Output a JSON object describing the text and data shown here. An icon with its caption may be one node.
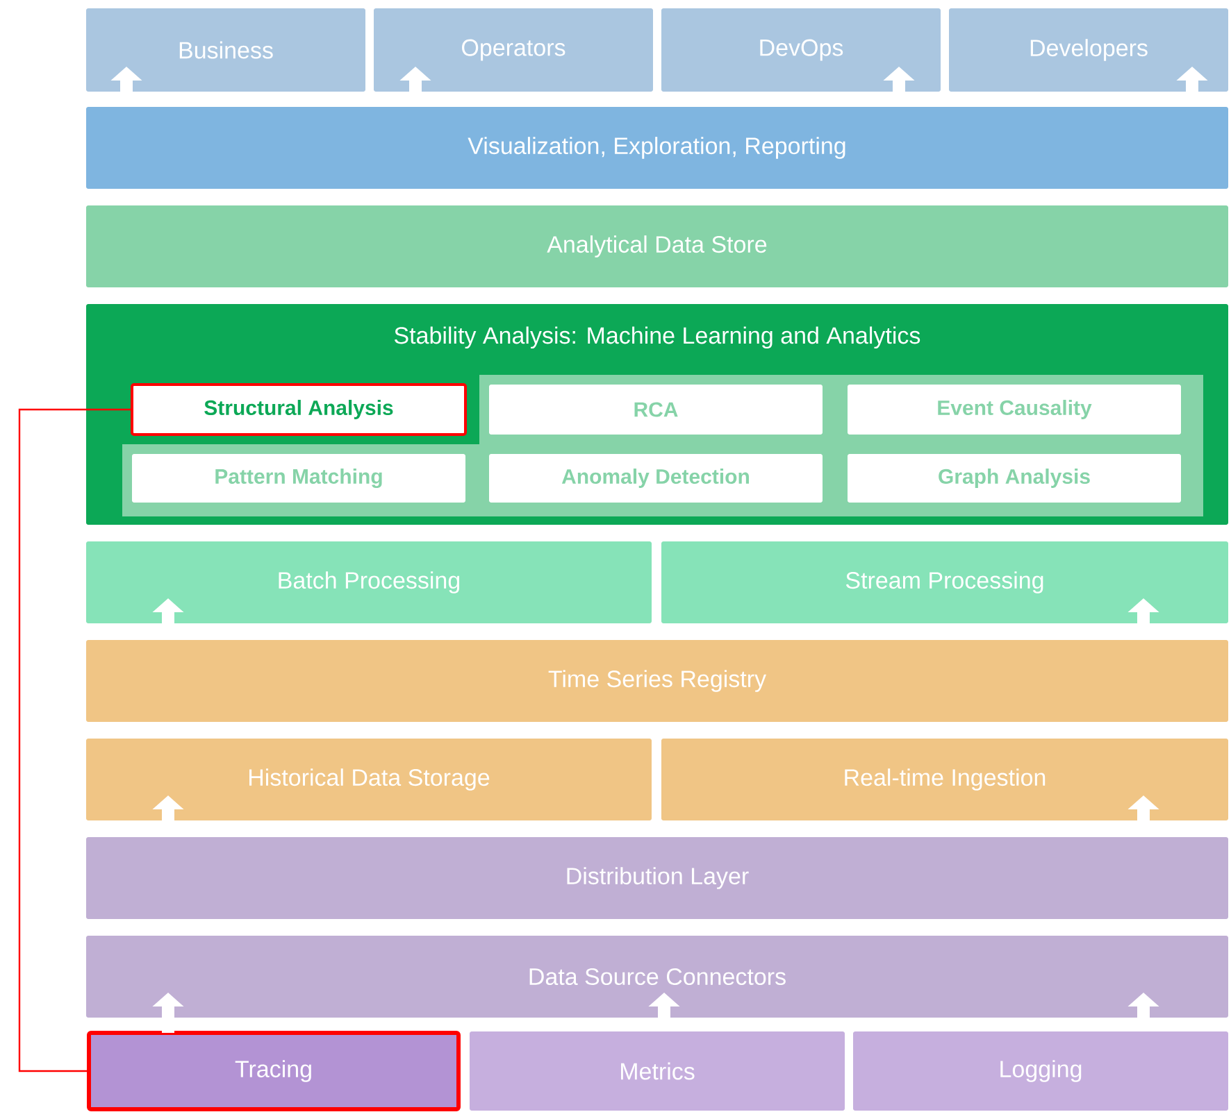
{
  "diagram": {
    "nodes": [
      {
        "text": [
          "Business"
        ]
      },
      {
        "text": [
          "Operators"
        ]
      },
      {
        "text": [
          "DevOps"
        ]
      },
      {
        "text": [
          "Developers"
        ]
      },
      {
        "text": [
          "Visualization, Exploration, Reporting"
        ]
      },
      {
        "text": [
          "Analytical Data Store"
        ]
      },
      {
        "text": [
          "Stability Analysis: Machine Learning and Analytics"
        ]
      },
      {
        "text": [
          "Structural Analysis"
        ],
        "in": 6
      },
      {
        "text": [
          "RCA"
        ],
        "in": 6
      },
      {
        "text": [
          "Event Causality"
        ],
        "in": 6
      },
      {
        "text": [
          "Pattern Matching"
        ],
        "in": 6
      },
      {
        "text": [
          "Anomaly Detection"
        ],
        "in": 6
      },
      {
        "text": [
          "Graph Analysis"
        ],
        "in": 6
      },
      {
        "text": [
          "Batch Processing"
        ]
      },
      {
        "text": [
          "Stream Processing"
        ]
      },
      {
        "text": [
          "Time Series Registry"
        ]
      },
      {
        "text": [
          "Historical Data Storage"
        ]
      },
      {
        "text": [
          "Real-time Ingestion"
        ]
      },
      {
        "text": [
          "Distribution Layer"
        ]
      },
      {
        "text": [
          "Data Source Connectors"
        ]
      },
      {
        "text": [
          "Tracing"
        ]
      },
      {
        "text": [
          "Metrics"
        ]
      },
      {
        "text": [
          "Logging"
        ]
      }
    ],
    "edges": [
      {
        "from": 4,
        "to": 0,
        "arrow": "to"
      },
      {
        "from": 4,
        "to": 1,
        "arrow": "to"
      },
      {
        "from": 4,
        "to": 2,
        "arrow": "to"
      },
      {
        "from": 4,
        "to": 3,
        "arrow": "to"
      },
      {
        "from": 15,
        "to": 13,
        "arrow": "to"
      },
      {
        "from": 15,
        "to": 14,
        "arrow": "to"
      },
      {
        "from": 18,
        "to": 16,
        "arrow": "to"
      },
      {
        "from": 18,
        "to": 17,
        "arrow": "to"
      },
      {
        "from": 20,
        "to": 19,
        "arrow": "to"
      },
      {
        "from": 21,
        "to": 19,
        "arrow": "to"
      },
      {
        "from": 22,
        "to": 19,
        "arrow": "to"
      },
      {
        "from": 20,
        "to": 7,
        "arrow": "none",
        "color": "#ff0000"
      }
    ]
  }
}
